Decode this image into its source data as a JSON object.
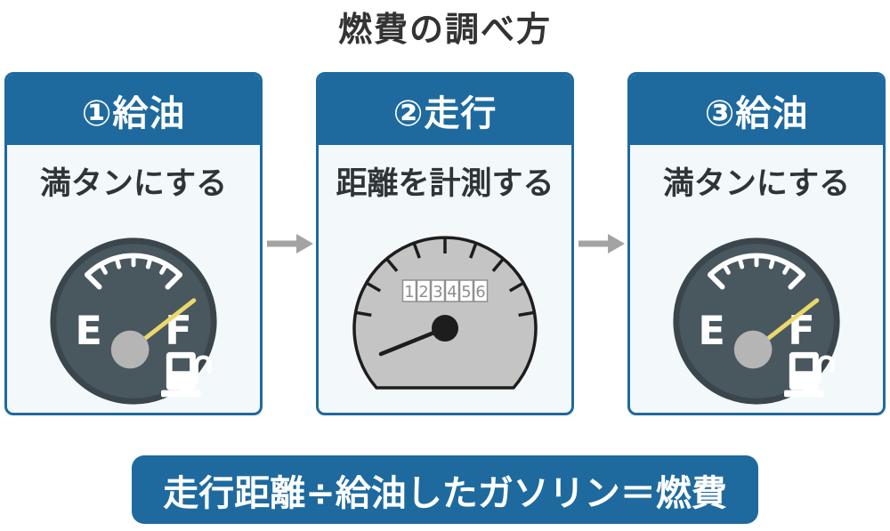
{
  "title": "燃費の調べ方",
  "steps": [
    {
      "header": "①給油",
      "description": "満タンにする",
      "figure": "fuel-gauge-full"
    },
    {
      "header": "②走行",
      "description": "距離を計測する",
      "figure": "odometer-dial"
    },
    {
      "header": "③給油",
      "description": "満タンにする",
      "figure": "fuel-gauge-full"
    }
  ],
  "fuel_gauge": {
    "empty_label": "E",
    "full_label": "F",
    "needle_points_to": "F"
  },
  "odometer": {
    "digits": [
      "1",
      "2",
      "3",
      "4",
      "5",
      "6"
    ]
  },
  "formula": "走行距離÷給油したガソリン＝燃費",
  "colors": {
    "accent_blue": "#1e6a9e",
    "panel_body_bg": "#f3f8fb",
    "title_text": "#333333",
    "gauge_face": "#49575f",
    "gauge_rim": "#3a454c",
    "needle_yellow": "#ecd86b",
    "hub_gray": "#b5b5b5",
    "dial_gray": "#c4c4c4",
    "dial_outline": "#1d1d1d",
    "arrow_gray": "#a3a3a3"
  }
}
